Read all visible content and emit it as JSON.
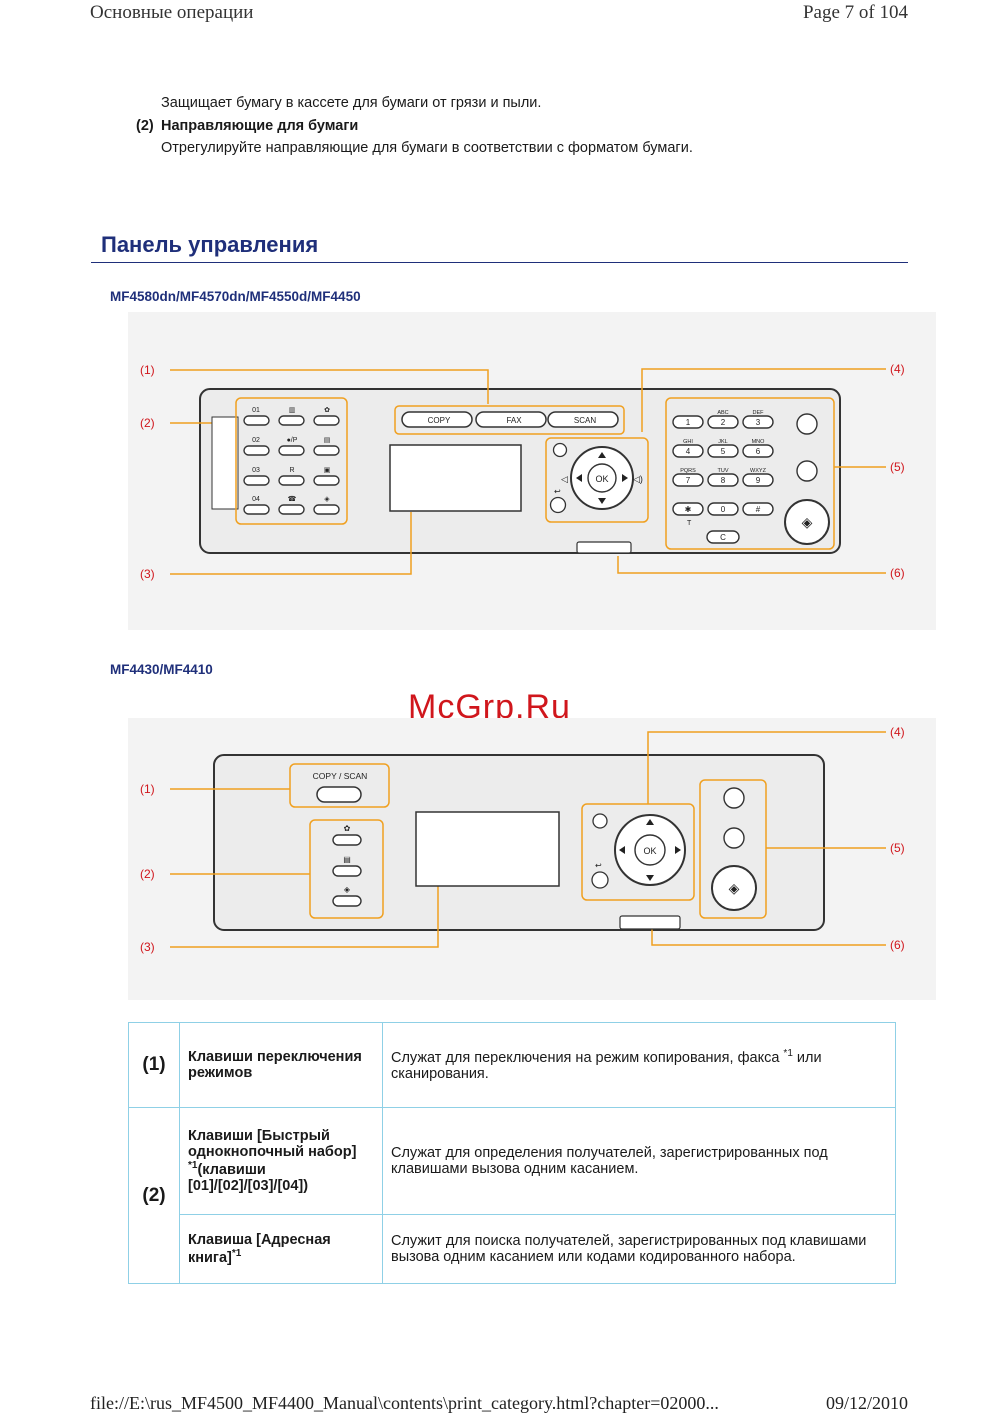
{
  "header": {
    "left": "Основные операции",
    "right": "Page 7 of 104"
  },
  "intro": {
    "p1": "Защищает бумагу в кассете для бумаги от грязи и пыли.",
    "item2_num": "(2)",
    "item2_title": "Направляющие для бумаги",
    "p2": "Отрегулируйте направляющие для бумаги в соответствии с форматом бумаги."
  },
  "section_title": "Панель управления",
  "figure1": {
    "model": "MF4580dn/MF4570dn/MF4550d/MF4450",
    "callouts": [
      "(1)",
      "(2)",
      "(3)",
      "(4)",
      "(5)",
      "(6)"
    ],
    "mode_keys": [
      "COPY",
      "FAX",
      "SCAN"
    ],
    "onetouch": [
      "01",
      "02",
      "03",
      "04"
    ],
    "coded": "●/P",
    "r_key": "R",
    "ok": "OK",
    "keypad": [
      {
        "k": "1",
        "l": ""
      },
      {
        "k": "2",
        "l": "ABC"
      },
      {
        "k": "3",
        "l": "DEF"
      },
      {
        "k": "4",
        "l": "GHI"
      },
      {
        "k": "5",
        "l": "JKL"
      },
      {
        "k": "6",
        "l": "MNO"
      },
      {
        "k": "7",
        "l": "PQRS"
      },
      {
        "k": "8",
        "l": "TUV"
      },
      {
        "k": "9",
        "l": "WXYZ"
      },
      {
        "k": "✱",
        "l": ""
      },
      {
        "k": "0",
        "l": ""
      },
      {
        "k": "#",
        "l": ""
      }
    ],
    "t_label": "T",
    "clear_key": "C"
  },
  "watermark": "McGrp.Ru",
  "figure2": {
    "model": "MF4430/MF4410",
    "callouts": [
      "(1)",
      "(2)",
      "(3)",
      "(4)",
      "(5)",
      "(6)"
    ],
    "mode_label": "COPY / SCAN",
    "ok": "OK"
  },
  "table": {
    "rows": [
      {
        "num": "(1)",
        "key": "Клавиши переключения режимов",
        "key_note": "",
        "desc": "Служат для переключения на режим копирования, факса ",
        "desc_note": "*1",
        "desc_tail": " или сканирования."
      },
      {
        "num": "(2)",
        "key": "Клавиши [Быстрый однокнопочный набор] ",
        "key_note": "*1",
        "key_tail": "(клавиши [01]/[02]/[03]/[04])",
        "desc": "Служат для определения получателей, зарегистрированных под клавишами вызова одним касанием."
      },
      {
        "key": "Клавиша [Адресная книга]",
        "key_note": "*1",
        "desc": "Служит для поиска получателей, зарегистрированных под клавишами вызова одним касанием или кодами кодированного набора."
      }
    ]
  },
  "footer": {
    "left": "file://E:\\rus_MF4500_MF4400_Manual\\contents\\print_category.html?chapter=02000...",
    "right": "09/12/2010"
  }
}
